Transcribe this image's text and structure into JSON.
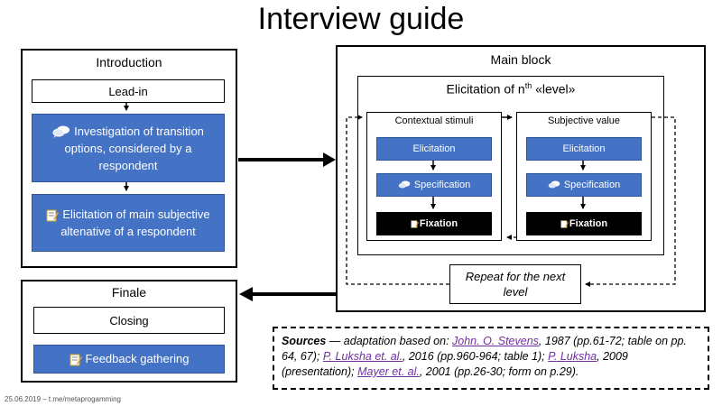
{
  "title": "Interview guide",
  "introduction": {
    "header": "Introduction",
    "lead_in": "Lead-in",
    "investigation": "Investigation of transition options, considered by a respondent",
    "elicitation_main": "Elicitation of main subjective altenative of a respondent"
  },
  "main_block": {
    "header": "Main block",
    "elicitation_prefix": "Elicitation of n",
    "elicitation_sup": "th",
    "elicitation_suffix": " «level»",
    "contextual": {
      "header": "Contextual stimuli",
      "elicitation": "Elicitation",
      "specification": "Specification",
      "fixation": "Fixation"
    },
    "subjective": {
      "header": "Subjective value",
      "elicitation": "Elicitation",
      "specification": "Specification",
      "fixation": "Fixation"
    },
    "repeat": "Repeat for the next level"
  },
  "finale": {
    "header": "Finale",
    "closing": "Closing",
    "feedback": "Feedback gathering"
  },
  "sources": {
    "label": "Sources",
    "t1": " — adaptation based on: ",
    "r1": "John. O. Stevens",
    "t2": ", 1987 (pp.61-72; table on pp. 64, 67); ",
    "r2": "P. Luksha et. al.",
    "t3": ", 2016 (pp.960-964; table 1); ",
    "r3": "P. Luksha",
    "t4": ", 2009 (presentation); ",
    "r4": "Mayer et. al.",
    "t5": ", 2001 (pp.26-30; form on p.29)."
  },
  "footer": "25.06.2019 – t.me/metaprogamming",
  "icons": {
    "speech": "speech-bubbles-icon",
    "memo": "memo-icon"
  },
  "colors": {
    "blue": "#4472c4",
    "reference": "#7030a0"
  }
}
